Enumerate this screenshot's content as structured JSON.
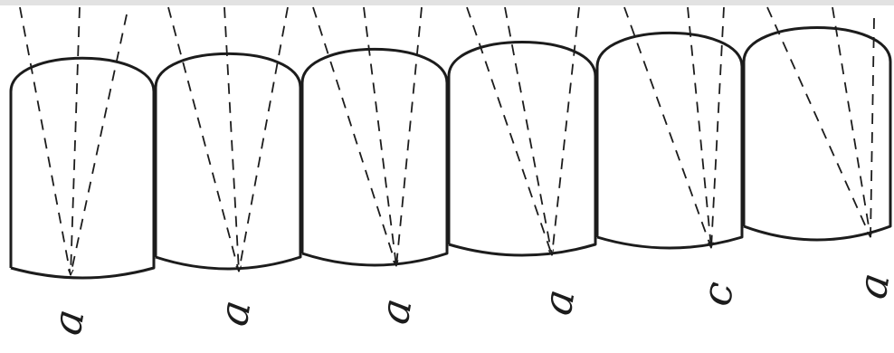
{
  "figure": {
    "labels": [
      "a",
      "a",
      "a",
      "a",
      "c",
      "a"
    ]
  }
}
